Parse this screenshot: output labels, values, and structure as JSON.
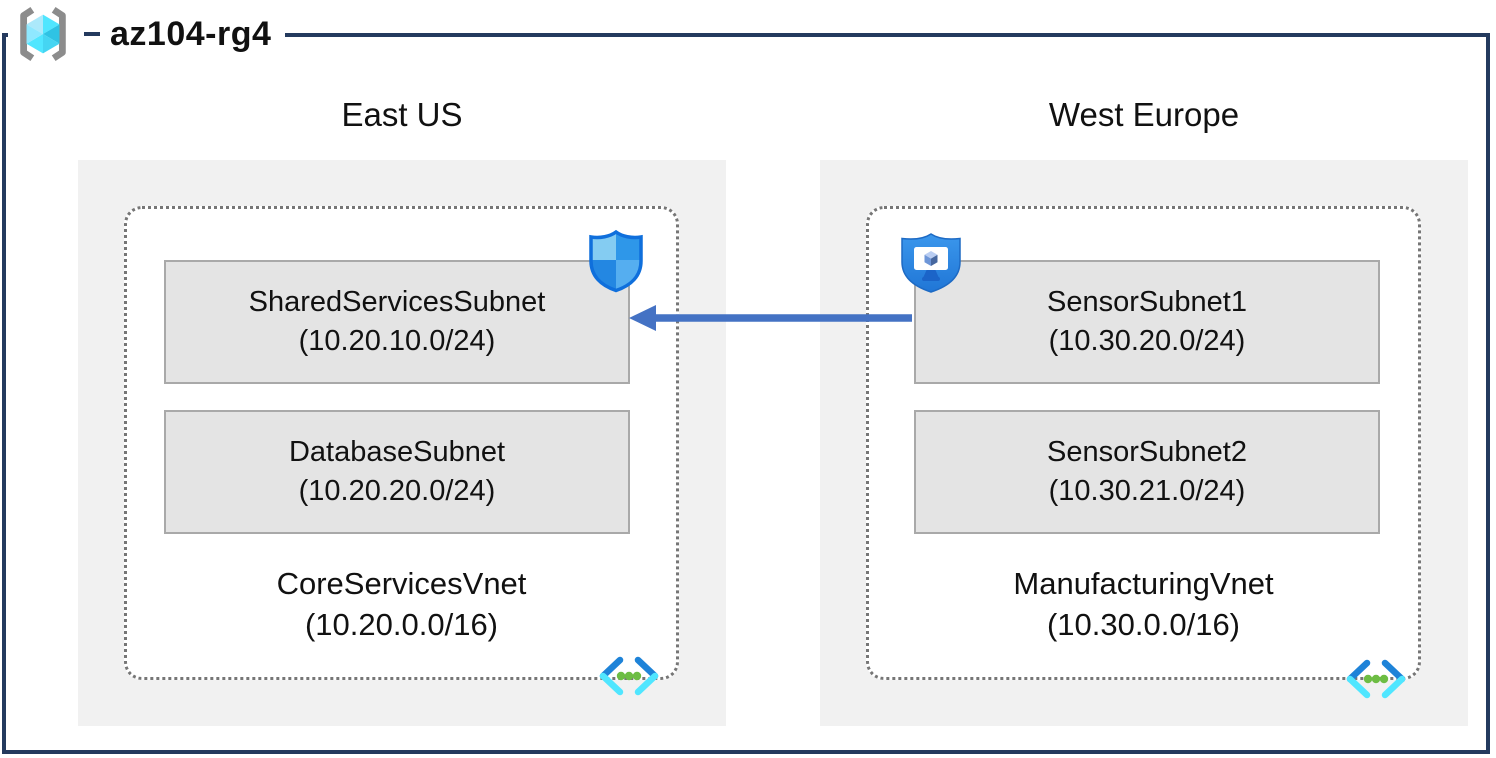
{
  "title": {
    "label": "az104-rg4",
    "icon": "resource-group-icon"
  },
  "colors": {
    "frame_border": "#243a5e",
    "arrow": "#4472c4",
    "region_background": "#f1f1f1",
    "subnet_background": "#e4e4e4",
    "subnet_border": "#a9a9a9",
    "container_border": "#767676",
    "vnet_icon_blue": "#1e83d8",
    "vnet_icon_cyan": "#50e6ff",
    "vnet_icon_green": "#6dbd44",
    "shield_blue": "#2e8ce5"
  },
  "regions": [
    {
      "name": "East US",
      "vnet": {
        "name": "CoreServicesVnet",
        "cidr": "(10.20.0.0/16)",
        "icon": "virtual-network-icon"
      },
      "subnets": [
        {
          "name": "SharedServicesSubnet",
          "cidr": "(10.20.10.0/24)",
          "badge_icon": "network-security-group-icon"
        },
        {
          "name": "DatabaseSubnet",
          "cidr": "(10.20.20.0/24)"
        }
      ]
    },
    {
      "name": "West Europe",
      "vnet": {
        "name": "ManufacturingVnet",
        "cidr": "(10.30.0.0/16)",
        "icon": "virtual-network-icon"
      },
      "subnets": [
        {
          "name": "SensorSubnet1",
          "cidr": "(10.30.20.0/24)",
          "badge_icon": "application-security-group-icon"
        },
        {
          "name": "SensorSubnet2",
          "cidr": "(10.30.21.0/24)"
        }
      ]
    }
  ],
  "connection": {
    "from": "SensorSubnet1",
    "to": "SharedServicesSubnet",
    "direction": "right-to-left"
  }
}
